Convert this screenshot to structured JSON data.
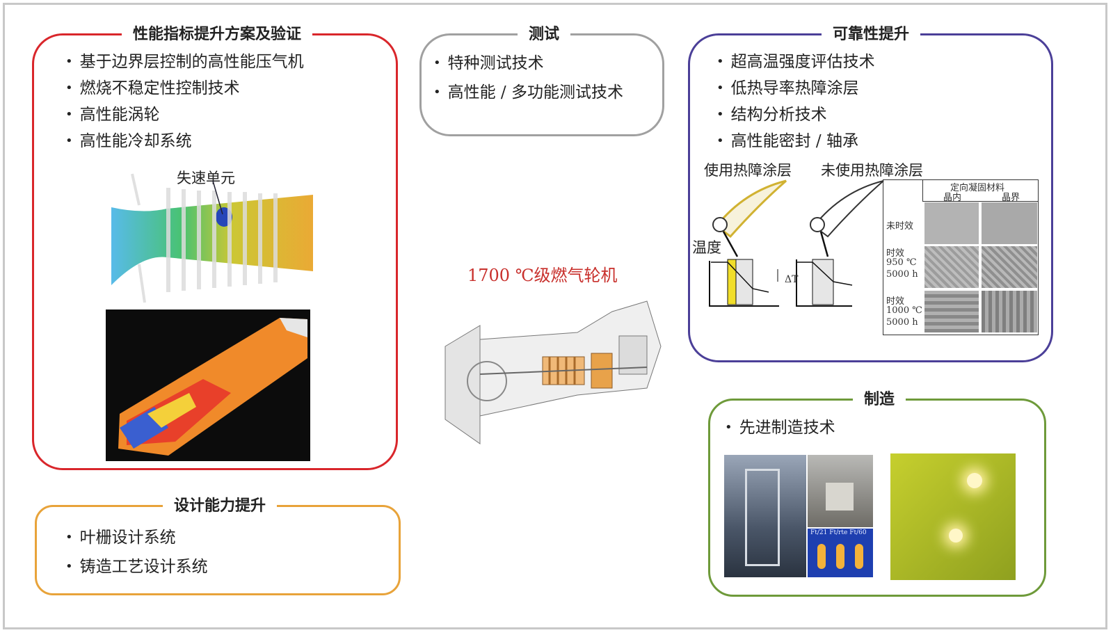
{
  "sections": {
    "performance": {
      "title": "性能指标提升方案及验证",
      "items": [
        "基于边界层控制的高性能压气机",
        "燃烧不稳定性控制技术",
        "高性能涡轮",
        "高性能冷却系统"
      ],
      "stall_label": "失速单元"
    },
    "testing": {
      "title": "测试",
      "items": [
        "特种测试技术",
        "高性能 / 多功能测试技术"
      ]
    },
    "reliability": {
      "title": "可靠性提升",
      "items": [
        "超高温强度评估技术",
        "低热导率热障涂层",
        "结构分析技术",
        "高性能密封 / 轴承"
      ],
      "with_tbc": "使用热障涂层",
      "without_tbc": "未使用热障涂层",
      "temperature": "温度",
      "delta_t": "ΔT",
      "material_header": "定向凝固材料",
      "col_inside": "晶内",
      "col_boundary": "晶界",
      "row1": "未时效",
      "row2": [
        "时效",
        "950 ℃",
        "5000 h"
      ],
      "row3": [
        "时效",
        "1000 ℃",
        "5000 h"
      ]
    },
    "design": {
      "title": "设计能力提升",
      "items": [
        "叶栅设计系统",
        "铸造工艺设计系统"
      ]
    },
    "manufacturing": {
      "title": "制造",
      "items": [
        "先进制造技术"
      ],
      "photo_caption": "Ft/21  Ft/rte  Ft/60"
    }
  },
  "center": {
    "title": "1700 ℃级燃气轮机"
  },
  "colors": {
    "performance": "#d9262b",
    "testing": "#a0a0a0",
    "reliability": "#4b3f98",
    "design": "#e8a33a",
    "manufacturing": "#6e9a3a",
    "center_title": "#c8302c"
  }
}
